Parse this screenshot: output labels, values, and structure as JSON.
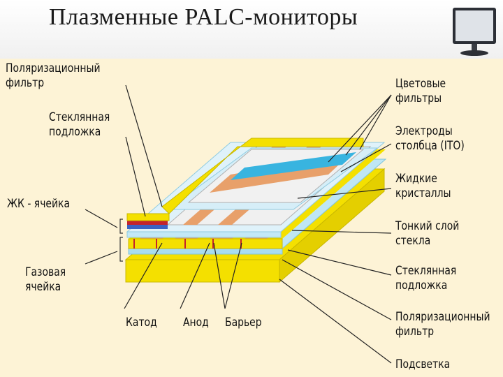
{
  "title": "Плазменные PALC-мониторы",
  "colors": {
    "panel_bg": "#fdf3d6",
    "yellow": "#f4e000",
    "orange": "#e8a06a",
    "cyan": "#a9ddf0",
    "red": "#c4232c"
  },
  "labels": {
    "polarizer_top": "Поляризационный\nфильтр",
    "glass_substrate_top": "Стеклянная\nподложка",
    "lc_cell": "ЖК - ячейка",
    "gas_cell": "Газовая\nячейка",
    "cathode": "Катод",
    "anode": "Анод",
    "barrier": "Барьер",
    "color_filters": "Цветовые\nфильтры",
    "column_electrodes": "Электроды\nстолбца (ITO)",
    "liquid_crystals": "Жидкие\nкристаллы",
    "thin_glass": "Тонкий слой\nстекла",
    "glass_substrate_right": "Стеклянная\nподложка",
    "polarizer_right": "Поляризационный\nфильтр",
    "backlight": "Подсветка"
  }
}
